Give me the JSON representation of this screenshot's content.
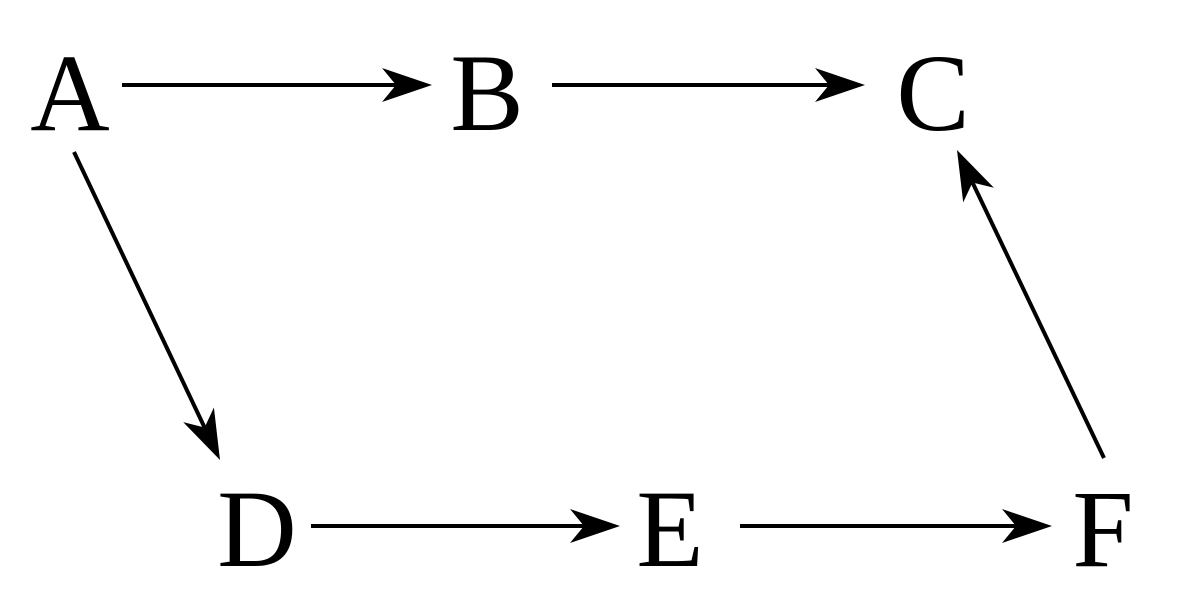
{
  "diagram": {
    "type": "directed-graph",
    "nodes": [
      {
        "id": "A",
        "label": "A"
      },
      {
        "id": "B",
        "label": "B"
      },
      {
        "id": "C",
        "label": "C"
      },
      {
        "id": "D",
        "label": "D"
      },
      {
        "id": "E",
        "label": "E"
      },
      {
        "id": "F",
        "label": "F"
      }
    ],
    "edges": [
      {
        "from": "A",
        "to": "B"
      },
      {
        "from": "B",
        "to": "C"
      },
      {
        "from": "A",
        "to": "D"
      },
      {
        "from": "D",
        "to": "E"
      },
      {
        "from": "E",
        "to": "F"
      },
      {
        "from": "F",
        "to": "C"
      }
    ],
    "colors": {
      "background": "#ffffff",
      "ink": "#000000"
    }
  }
}
